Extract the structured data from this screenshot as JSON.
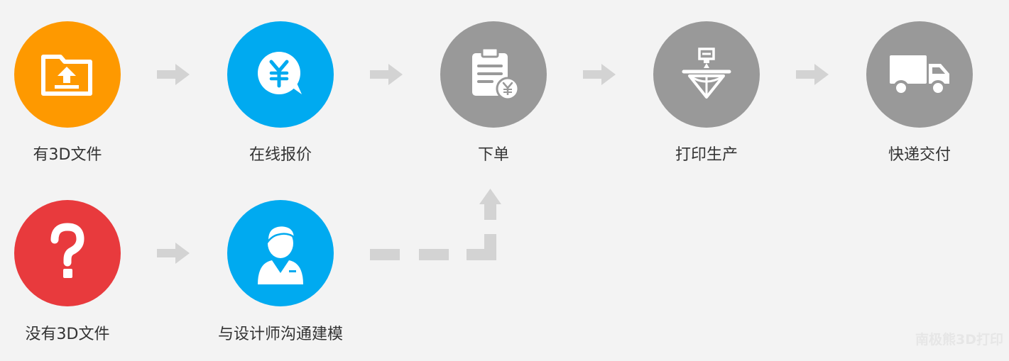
{
  "colors": {
    "background": "#f3f3f3",
    "orange": "#fe9900",
    "blue": "#00aaf0",
    "gray": "#999999",
    "red": "#e83a3d",
    "arrow": "#d3d3d3",
    "text": "#333333"
  },
  "steps": [
    {
      "label": "有3D文件",
      "icon": "folder-upload-icon"
    },
    {
      "label": "在线报价",
      "icon": "yuan-chat-icon"
    },
    {
      "label": "下单",
      "icon": "order-clipboard-icon"
    },
    {
      "label": "打印生产",
      "icon": "3d-printer-icon"
    },
    {
      "label": "快递交付",
      "icon": "delivery-truck-icon"
    }
  ],
  "alt_steps": [
    {
      "label": "没有3D文件",
      "icon": "question-mark-icon"
    },
    {
      "label": "与设计师沟通建模",
      "icon": "designer-person-icon"
    }
  ],
  "watermark": "南极熊3D打印"
}
